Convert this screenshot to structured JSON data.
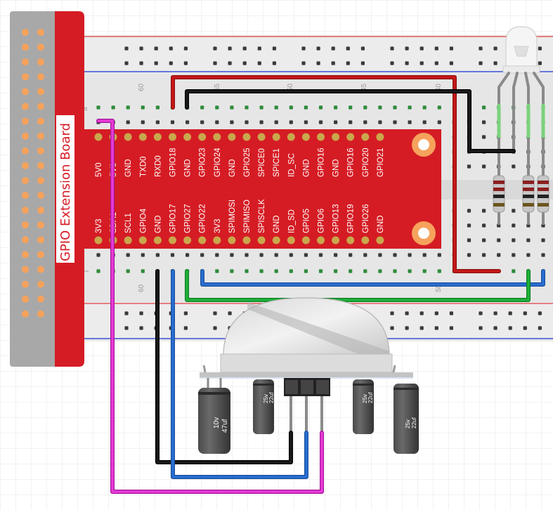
{
  "board": {
    "title": "GPIO Extension Board",
    "top_pins": [
      "5V0",
      "5V0",
      "GND",
      "TXD0",
      "RXD0",
      "GPIO18",
      "GND",
      "GPIO23",
      "GPIO24",
      "GND",
      "GPIO25",
      "SPICE0",
      "SPICE1",
      "ID_SC",
      "GND",
      "GPIO16",
      "GND",
      "GPIO16",
      "GPIO20",
      "GPIO21"
    ],
    "bottom_pins": [
      "3V3",
      "SDA1",
      "SCL1",
      "GPIO4",
      "GND",
      "GPIO17",
      "GPIO27",
      "GPIO22",
      "3V3",
      "SPIMOSI",
      "SPIMISO",
      "SPISCLK",
      "GND",
      "ID_SD",
      "GPIO5",
      "GPIO6",
      "GPIO13",
      "GPIO19",
      "GPIO26",
      "GND"
    ]
  },
  "breadboard": {
    "column_numbers": [
      "60",
      "55",
      "50",
      "45",
      "40"
    ],
    "bottom_column_numbers": [
      "60",
      "50"
    ],
    "row_letters": [
      "a",
      "j"
    ]
  },
  "capacitors": [
    {
      "voltage": "10v",
      "capacity": "47uf"
    },
    {
      "voltage": "25v",
      "capacity": "22uf"
    },
    {
      "voltage": "25v",
      "capacity": "22uf"
    },
    {
      "voltage": "25v",
      "capacity": "22uf"
    }
  ],
  "colors": {
    "board_red": "#d51c24",
    "pin_gold": "#c9a74c",
    "wire_red": "#c81818",
    "wire_black": "#1a1a1a",
    "wire_blue": "#2a6fd1",
    "wire_green": "#1fb23a",
    "wire_magenta": "#e83cd6",
    "header_gray": "#a8a8a8",
    "header_pin_orange": "#f6a25c",
    "breadboard_bg": "#e9e9e9"
  },
  "icons": [
    "rgb-led-icon",
    "resistor-icon",
    "pir-sensor-icon",
    "capacitor-icon"
  ]
}
